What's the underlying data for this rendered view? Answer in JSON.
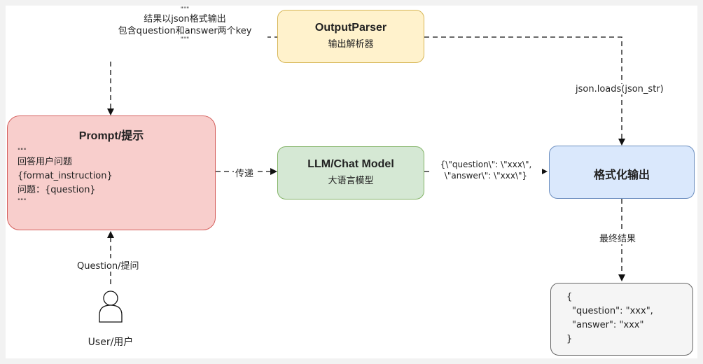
{
  "top_note": {
    "quote_top": "\"\"\"",
    "line1": "结果以json格式输出",
    "line2": "包含question和answer两个key",
    "quote_bottom": "\"\"\""
  },
  "output_parser": {
    "title": "OutputParser",
    "subtitle": "输出解析器"
  },
  "prompt": {
    "title": "Prompt/提示",
    "lines": [
      "\"\"\"",
      "回答用户问题",
      "{format_instruction}",
      "问题：{question}",
      "\"\"\""
    ]
  },
  "llm": {
    "title": "LLM/Chat Model",
    "subtitle": "大语言模型"
  },
  "formatted_output": {
    "title": "格式化输出"
  },
  "final_result": {
    "lines": [
      "{",
      "\"question\": \"xxx\",",
      "\"answer\": \"xxx\"",
      "}"
    ]
  },
  "edges": {
    "pass_label": "传递",
    "llm_output_line1": "{\\\"question\\\": \\\"xxx\\\",",
    "llm_output_line2": "\\\"answer\\\": \\\"xxx\\\"}",
    "json_loads": "json.loads(json_str)",
    "final_label": "最终结果",
    "question_label": "Question/提问"
  },
  "user": {
    "label": "User/用户"
  },
  "colors": {
    "prompt_fill": "#f8cecc",
    "prompt_stroke": "#d45f5c",
    "parser_fill": "#fff2cc",
    "parser_stroke": "#d6b656",
    "llm_fill": "#d5e8d4",
    "llm_stroke": "#82b366",
    "output_fill": "#dae8fc",
    "output_stroke": "#6c8ebf",
    "result_fill": "#f5f5f5",
    "result_stroke": "#666666"
  }
}
